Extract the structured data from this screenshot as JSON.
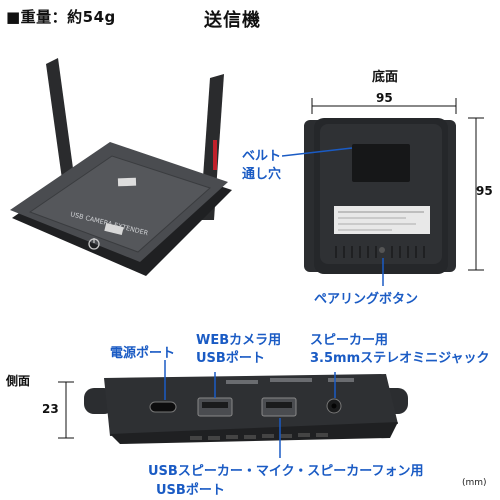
{
  "header": {
    "weight_label": "■重量：約54g",
    "title": "送信機"
  },
  "bottom_view": {
    "label": "底面",
    "width_dim": "95",
    "height_dim": "95",
    "belt_hole_line1": "ベルト",
    "belt_hole_line2": "通し穴",
    "pairing_button": "ペアリングボタン"
  },
  "front_device": {
    "brand_text": "USB CAMERA EXTENDER"
  },
  "side_view": {
    "label": "側面",
    "height_dim": "23",
    "power_port": "電源ポート",
    "webcam_port_line1": "WEBカメラ用",
    "webcam_port_line2": "USBポート",
    "speaker_port_line1": "スピーカー用",
    "speaker_port_line2": "3.5mmステレオミニジャック",
    "usb_speaker_line1": "USBスピーカー・マイク・スピーカーフォン用",
    "usb_speaker_line2": "USBポート"
  },
  "unit": "(mm)",
  "colors": {
    "accent_blue": "#1a5bc4",
    "device_dark": "#2b2d30"
  }
}
